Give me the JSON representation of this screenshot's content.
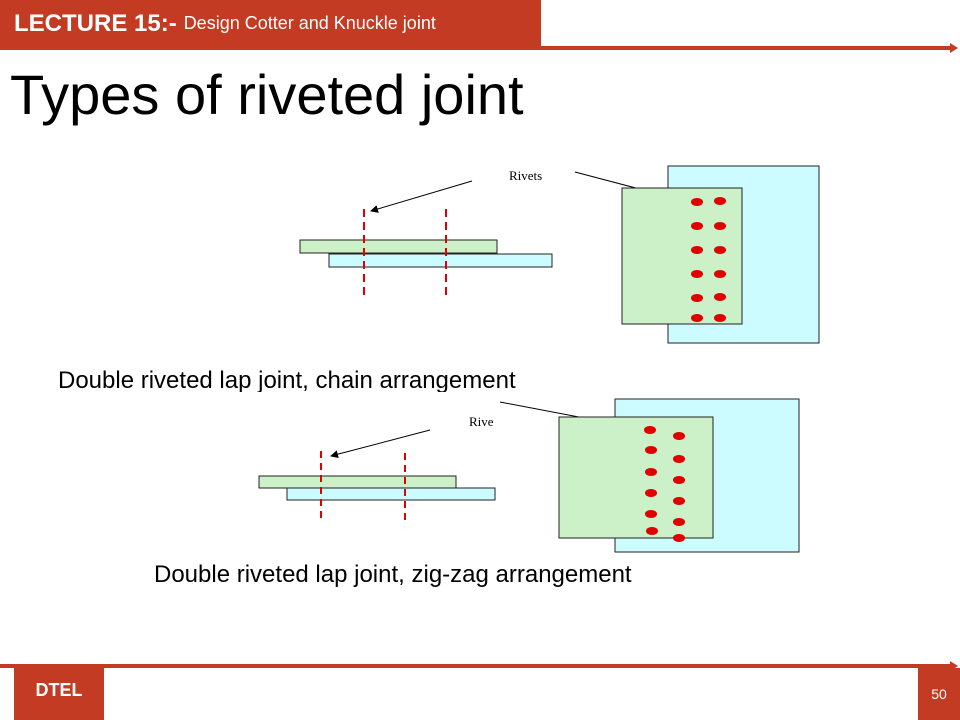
{
  "header": {
    "lecture": "LECTURE 15:-",
    "subtitle": "Design Cotter and Knuckle joint"
  },
  "title": "Types of riveted joint",
  "figure1": {
    "rivets_label": "Rivets",
    "caption": "Double riveted lap joint, chain arrangement"
  },
  "figure2": {
    "rivets_label": "Rive",
    "caption": "Double riveted lap joint, zig-zag arrangement"
  },
  "footer": {
    "brand": "DTEL",
    "page": "50"
  },
  "colors": {
    "accent": "#c23b22",
    "plate_green": "#ccf0c8",
    "plate_cyan": "#ccfcff",
    "rivet_red": "#e00000"
  }
}
